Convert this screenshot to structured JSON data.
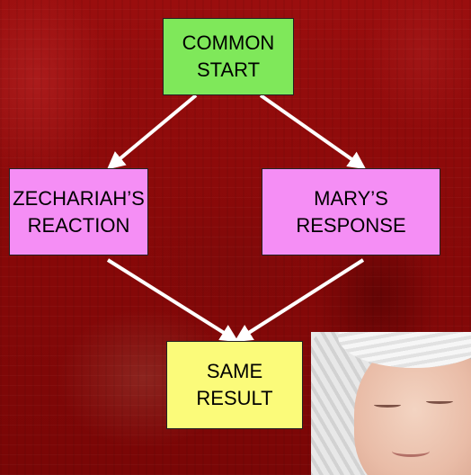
{
  "nodes": {
    "start": {
      "line1": "COMMON",
      "line2": "START"
    },
    "zechariah": {
      "line1": "ZECHARIAH’S",
      "line2": "REACTION"
    },
    "mary": {
      "line1": "MARY’S",
      "line2": "RESPONSE"
    },
    "result": {
      "line1": "SAME",
      "line2": "RESULT"
    }
  },
  "colors": {
    "background": "#8e0a0a",
    "start_fill": "#7fe85a",
    "branch_fill": "#f58ef5",
    "result_fill": "#fbfb7a",
    "arrow": "#ffffff"
  },
  "image": {
    "subject": "sleeping-newborn-photo"
  }
}
